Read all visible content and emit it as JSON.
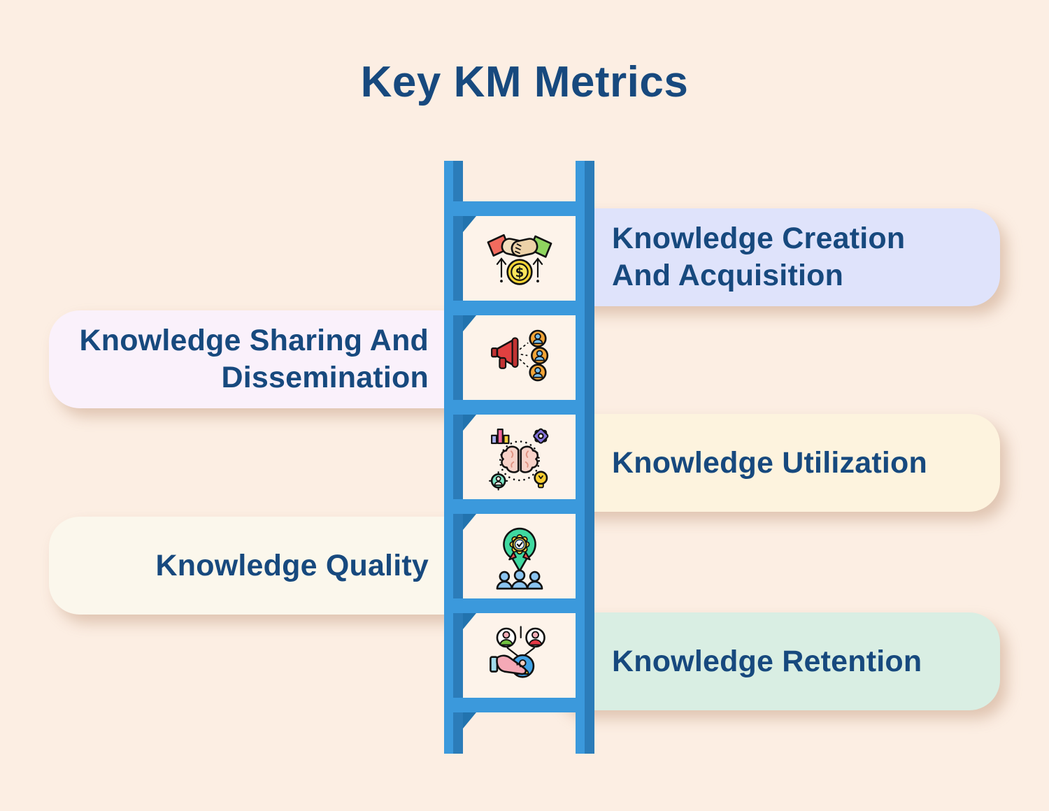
{
  "title": "Key KM Metrics",
  "colors": {
    "background": "#FCEEE3",
    "panel_background": "#FDF3EA",
    "ladder_light_blue": "#3B99DC",
    "ladder_dark_blue": "#2B7CB9",
    "ladder_shadow_blue": "#2273AE",
    "text_navy": "#17497E",
    "card_creation_bg": "#DFE3FB",
    "card_sharing_bg": "#FAF1FB",
    "card_utilization_bg": "#FDF3DE",
    "card_quality_bg": "#FBF7EC",
    "card_retention_bg": "#D9EEE3"
  },
  "metrics": [
    {
      "label": "Knowledge Creation\nAnd Acquisition",
      "side": "right",
      "icon": "handshake-money-icon"
    },
    {
      "label": "Knowledge Sharing And\nDissemination",
      "side": "left",
      "icon": "megaphone-audience-icon"
    },
    {
      "label": "Knowledge Utilization",
      "side": "right",
      "icon": "brain-process-icon"
    },
    {
      "label": "Knowledge Quality",
      "side": "left",
      "icon": "award-badge-team-icon"
    },
    {
      "label": "Knowledge Retention",
      "side": "right",
      "icon": "hand-holding-people-icon"
    }
  ]
}
